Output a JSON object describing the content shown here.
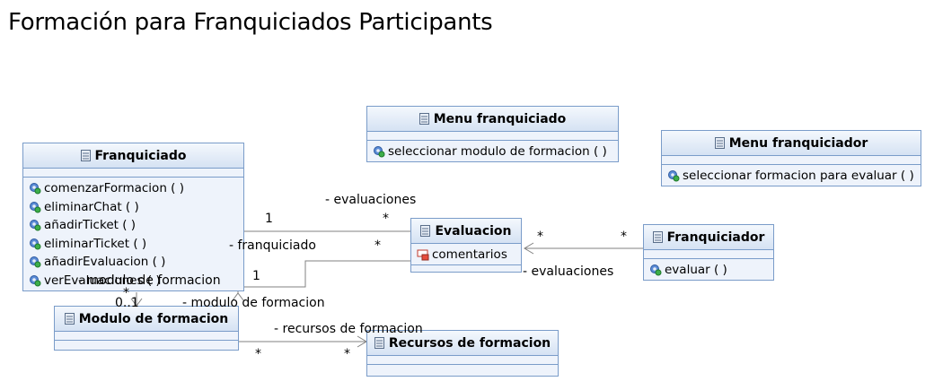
{
  "title": "Formación para Franquiciados Participants",
  "classes": {
    "franquiciado": {
      "name": "Franquiciado",
      "operations": [
        "comenzarFormacion ( )",
        "eliminarChat ( )",
        "añadirTicket ( )",
        "eliminarTicket ( )",
        "añadirEvaluacion ( )",
        "verEvaluaciones ( )"
      ]
    },
    "menu_franquiciado": {
      "name": "Menu franquiciado",
      "operations": [
        "seleccionar modulo de formacion ( )"
      ]
    },
    "menu_franquiciador": {
      "name": "Menu franquiciador",
      "operations": [
        "seleccionar formacion para evaluar ( )"
      ]
    },
    "evaluacion": {
      "name": "Evaluacion",
      "attributes": [
        "comentarios"
      ]
    },
    "franquiciador": {
      "name": "Franquiciador",
      "operations": [
        "evaluar ( )"
      ]
    },
    "modulo": {
      "name": "Modulo de formacion"
    },
    "recursos": {
      "name": "Recursos de formacion"
    }
  },
  "labels": {
    "evaluaciones_top": "- evaluaciones",
    "franquiciado": "- franquiciado",
    "evaluaciones_right": "- evaluaciones",
    "modulo_overlap": "- modulo de formacion",
    "modulo_main": "- modulo de formacion",
    "recursos": "- recursos de formacion"
  },
  "multiplicities": {
    "fr_eval_1": "1",
    "eval_fr_star": "*",
    "eval_fr2_star": "*",
    "mod_fr_1": "1",
    "eval_left_star": "*",
    "franquiciador_star": "*",
    "fr_mod_star": "*",
    "fr_mod_01": "0..1",
    "mod_rec_star": "*",
    "rec_mod_star": "*"
  },
  "icons": {
    "class": "class-icon",
    "operation": "operation-gear-icon",
    "attribute": "attribute-icon"
  },
  "colors": {
    "border": "#7a9cc9",
    "header_top": "#f4f8fd",
    "header_bottom": "#d5e2f3",
    "body": "#eef3fb",
    "line": "#808080"
  }
}
